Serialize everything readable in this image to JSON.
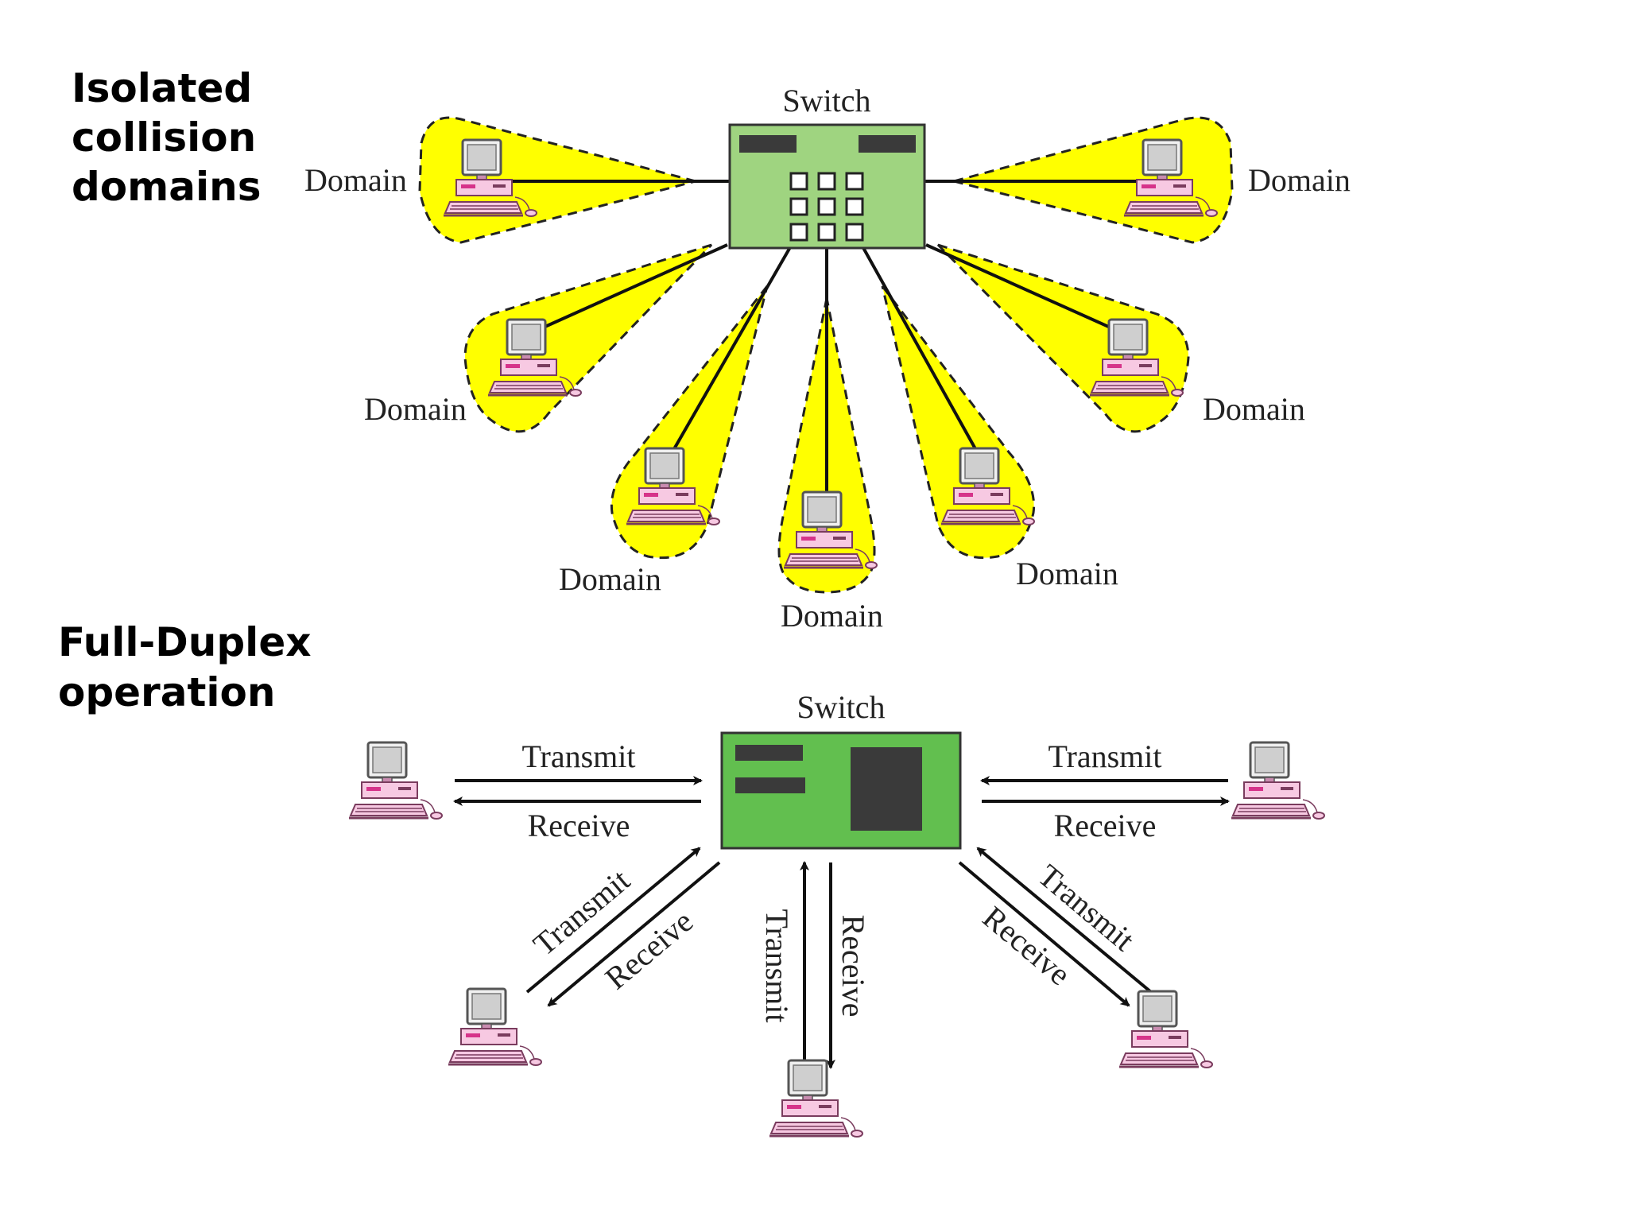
{
  "top_section": {
    "heading_lines": [
      "Isolated",
      "collision",
      "domains"
    ],
    "switch_label": "Switch",
    "domain_label": "Domain"
  },
  "bottom_section": {
    "heading_lines": [
      "Full-Duplex",
      "operation"
    ],
    "switch_label": "Switch",
    "transmit_label": "Transmit",
    "receive_label": "Receive"
  },
  "colors": {
    "domain_fill": "#ffff00",
    "switch_top": "#9fd480",
    "switch_bottom": "#62bf4f",
    "computer": "#e89cc8"
  },
  "icons": [
    "computer-icon",
    "switch-icon",
    "arrow-icon"
  ]
}
